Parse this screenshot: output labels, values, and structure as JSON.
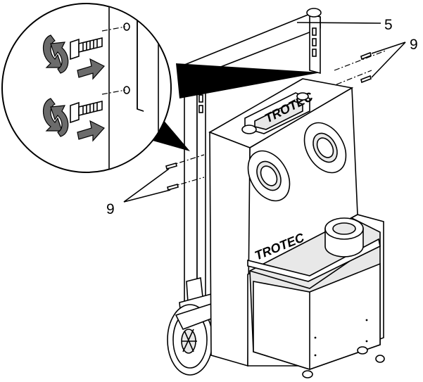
{
  "figure": {
    "callouts": {
      "handle": "5",
      "screws_top": "9",
      "screws_bottom": "9"
    },
    "brand_text": "TROTEC",
    "panel_text": "TROTEC"
  }
}
